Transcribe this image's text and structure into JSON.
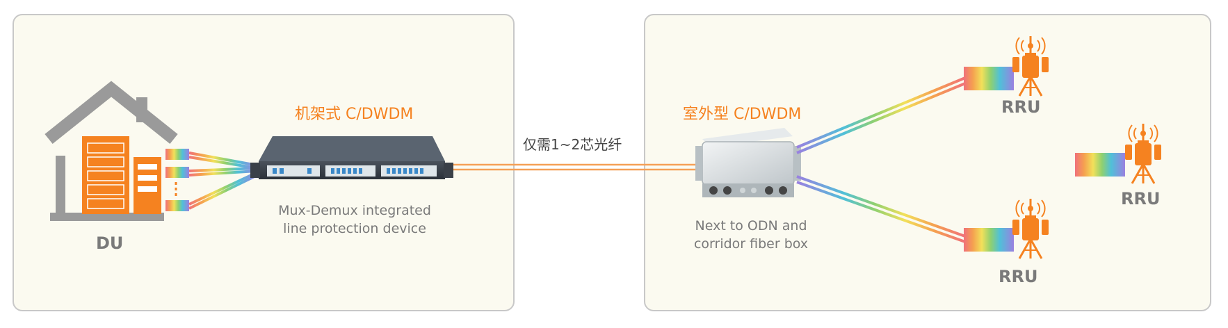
{
  "left_panel": {
    "du_label": "DU",
    "device_title": "机架式 C/DWDM",
    "device_desc_line1": "Mux-Demux integrated",
    "device_desc_line2": "line protection device"
  },
  "link": {
    "label": "仅需1~2芯光纤"
  },
  "right_panel": {
    "device_title": "室外型 C/DWDM",
    "device_desc_line1": "Next to ODN and",
    "device_desc_line2": "corridor fiber box",
    "rru_labels": [
      "RRU",
      "RRU",
      "RRU"
    ]
  },
  "colors": {
    "accent": "#f58220",
    "panel_bg": "#fbfaf0",
    "panel_border": "#c8c8c8",
    "text_grey": "#7a7a7a",
    "fiber": "#f5a056"
  },
  "icons": [
    "house-icon",
    "server-rack-icon",
    "rack-mux-device-icon",
    "outdoor-box-icon",
    "cell-tower-icon",
    "wdm-module-icon"
  ]
}
